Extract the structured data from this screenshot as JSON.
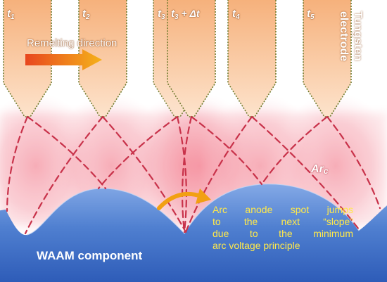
{
  "colors": {
    "electrode_top": "#f6b07a",
    "electrode_bottom": "#fde3cc",
    "electrode_outline": "#6c7a2c",
    "arc_glow": "#f27a8a",
    "arc_dash": "#c8324a",
    "component_top": "#6f98dc",
    "component_bottom": "#2e5cb8",
    "arrow_orange": "#f2a012",
    "arrow_red": "#e8461e",
    "note_text": "#ffe94a"
  },
  "electrode_labels": [
    {
      "base": "t",
      "sub": "1"
    },
    {
      "base": "t",
      "sub": "2"
    },
    {
      "base": "t",
      "sub": "3"
    },
    {
      "base": "t",
      "sub": "3",
      "suffix": " + Δt"
    },
    {
      "base": "t",
      "sub": "4"
    },
    {
      "base": "t",
      "sub": "5"
    }
  ],
  "remelting_direction": "Remelting direction",
  "electrode_name_lines": [
    "Tungsten",
    "electrode"
  ],
  "arc_label": {
    "base": "A",
    "rest": "r",
    "sub": "c"
  },
  "anode_note_lines": [
    "Arc anode spot jumps",
    "to the next “slope”",
    "due to the minimum",
    "arc voltage principle"
  ],
  "component_label": "WAAM component"
}
